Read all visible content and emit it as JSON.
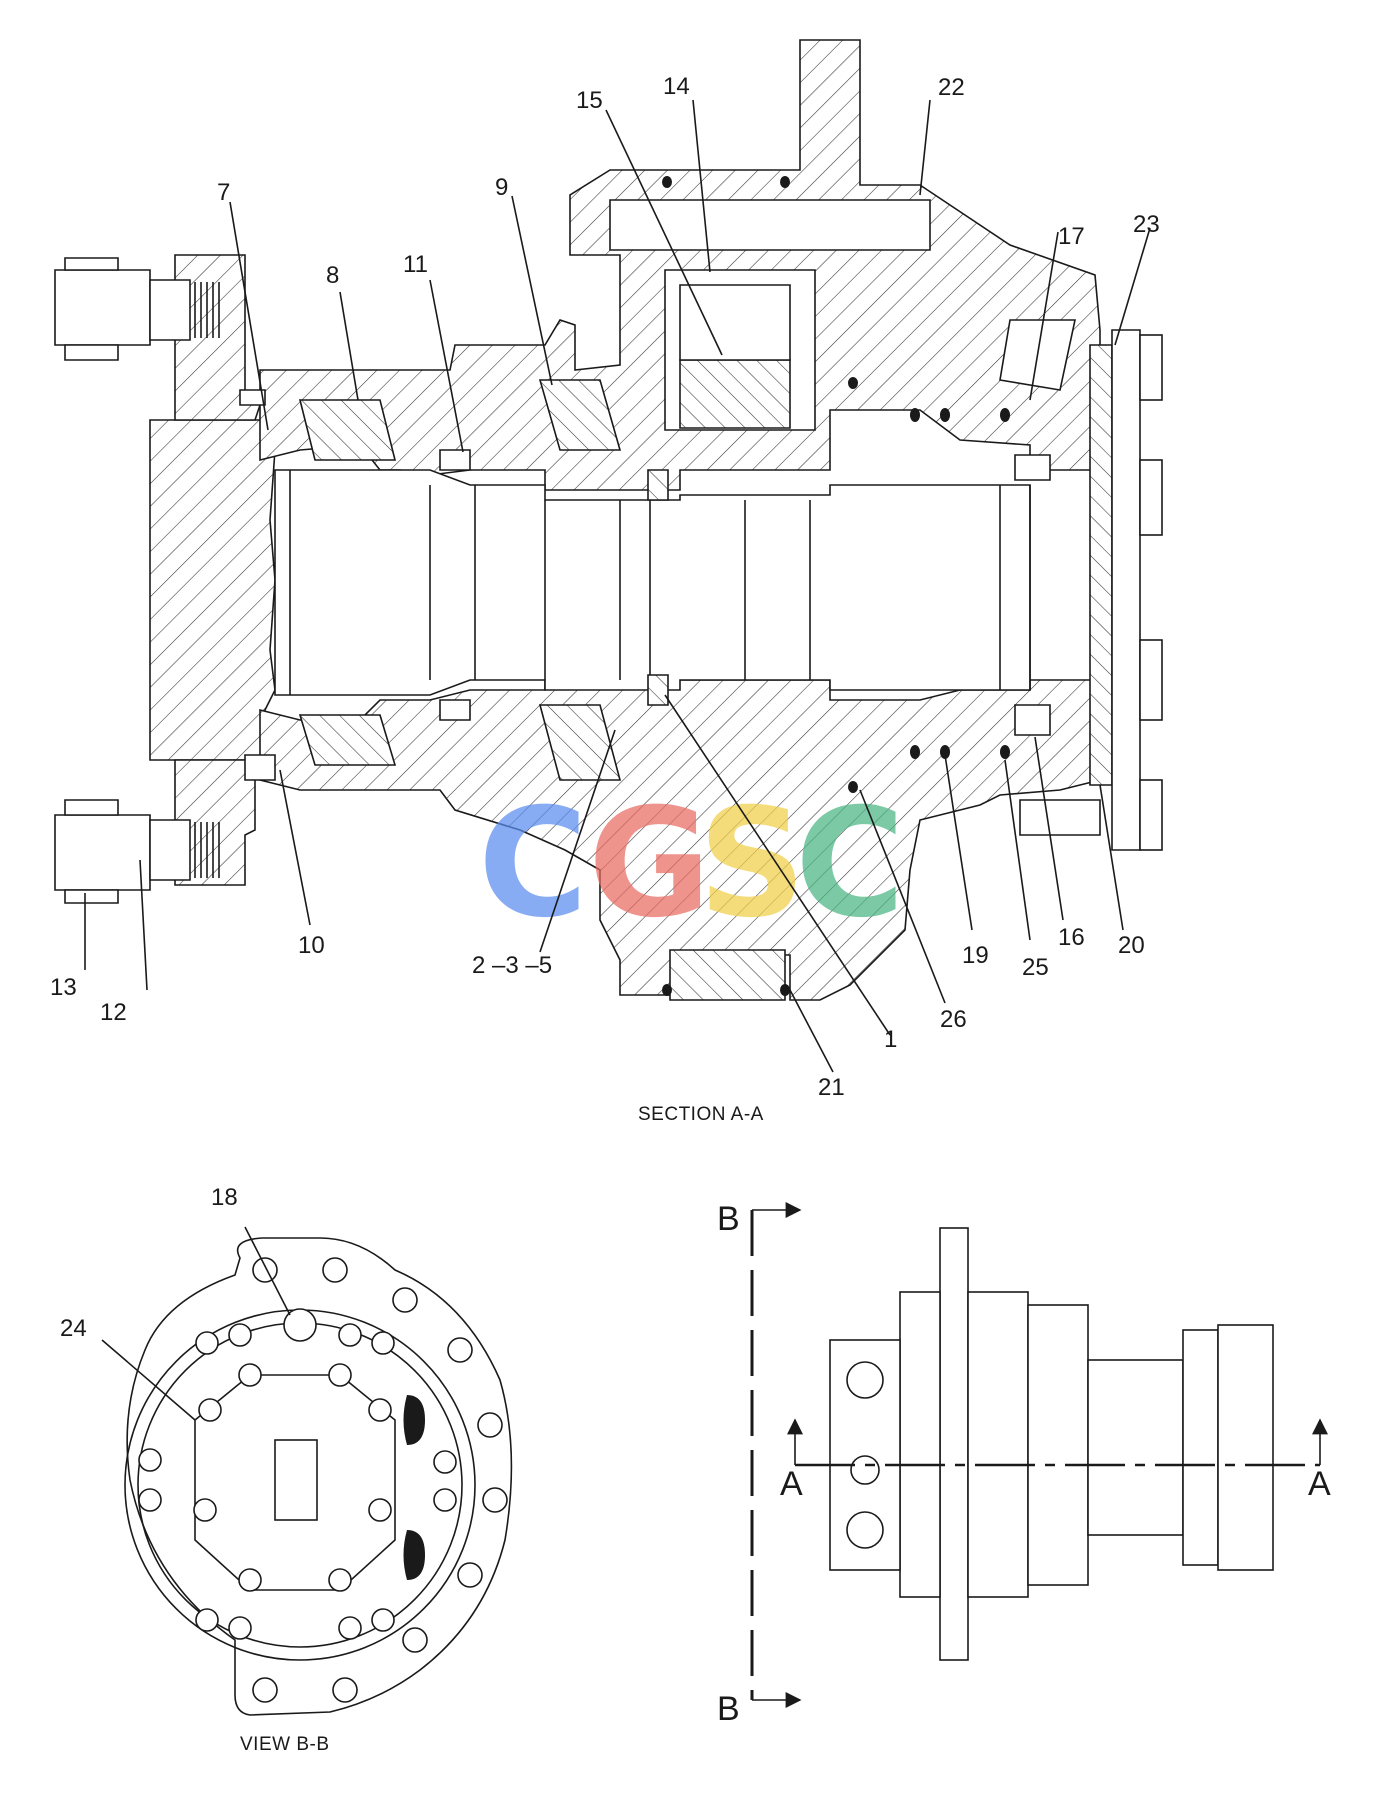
{
  "captions": {
    "section_a": "SECTION A-A",
    "view_b": "VIEW B-B"
  },
  "section_markers": {
    "a_left": "A",
    "a_right": "A",
    "b_top": "B",
    "b_bottom": "B"
  },
  "watermark": {
    "letters": [
      "C",
      "G",
      "S",
      "C"
    ],
    "colors": [
      "#5b8def",
      "#ea6b62",
      "#f2cf48",
      "#4bb583"
    ]
  },
  "callouts": {
    "c1": "1",
    "c2_3_5": "2 –3 –5",
    "c7": "7",
    "c8": "8",
    "c9": "9",
    "c10": "10",
    "c11": "11",
    "c12": "12",
    "c13": "13",
    "c14": "14",
    "c15": "15",
    "c16": "16",
    "c17": "17",
    "c18": "18",
    "c19": "19",
    "c20": "20",
    "c21": "21",
    "c22": "22",
    "c23": "23",
    "c24": "24",
    "c25": "25",
    "c26": "26"
  }
}
